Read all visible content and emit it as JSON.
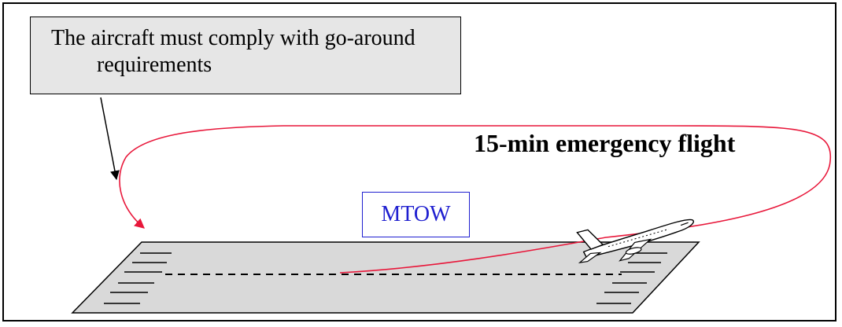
{
  "note": {
    "line1": "The aircraft must comply with go-around",
    "line2": "requirements"
  },
  "flight_label": "15-min emergency flight",
  "mtow_label": "MTOW",
  "colors": {
    "flight_path": "#e8173a",
    "mtow": "#1f1fd0",
    "runway": "#d9d9d9",
    "note_box": "#e6e6e6"
  },
  "icons": [
    "airplane-icon",
    "arrow-icon"
  ]
}
